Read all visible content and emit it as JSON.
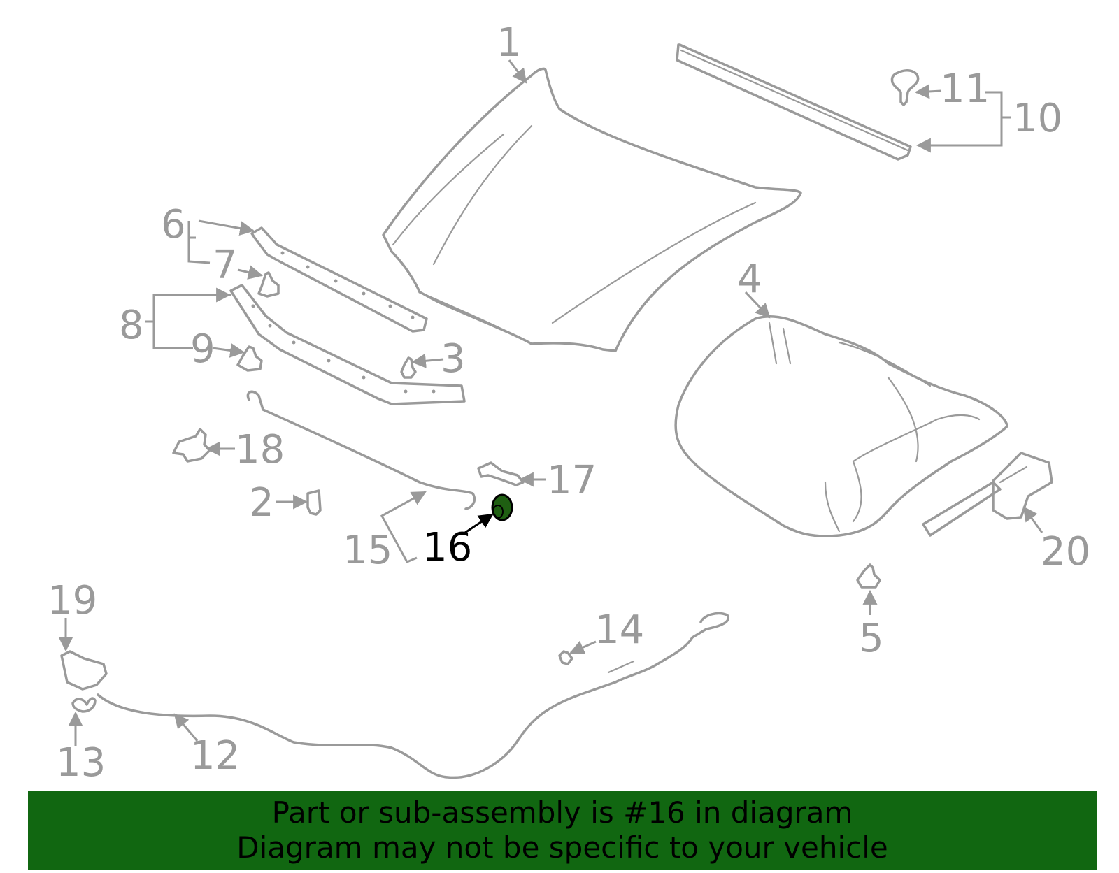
{
  "diagram": {
    "callouts": {
      "c1": "1",
      "c2": "2",
      "c3": "3",
      "c4": "4",
      "c5": "5",
      "c6": "6",
      "c7": "7",
      "c8": "8",
      "c9": "9",
      "c10": "10",
      "c11": "11",
      "c12": "12",
      "c13": "13",
      "c14": "14",
      "c15": "15",
      "c16": "16",
      "c17": "17",
      "c18": "18",
      "c19": "19",
      "c20": "20"
    },
    "highlighted_part": "16",
    "colors": {
      "line_art": "#9a9a9a",
      "highlight_part": "#1f5f12",
      "footer_background": "#116711"
    }
  },
  "footer": {
    "line1": "Part or sub-assembly is #16 in diagram",
    "line2": "Diagram may not be specific to your vehicle"
  }
}
